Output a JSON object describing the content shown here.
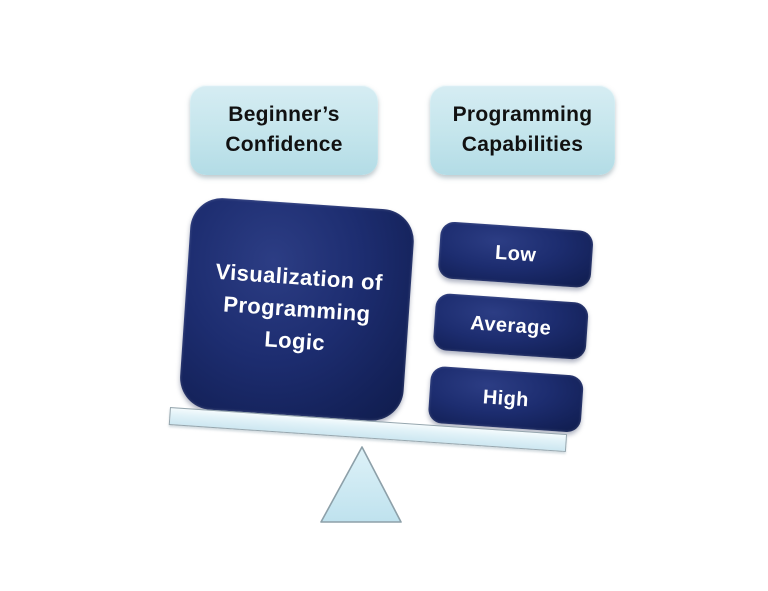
{
  "diagram": {
    "description": "Seesaw balance diagram",
    "top_labels": {
      "left": {
        "text": "Beginner’s Confidence",
        "lines": [
          "Beginner’s",
          "Confidence"
        ]
      },
      "right": {
        "text": "Programming Capabilities",
        "lines": [
          "Programming",
          "Capabilities"
        ]
      }
    },
    "seesaw": {
      "heavy_side": {
        "text": "Visualization of Programming Logic",
        "lines": [
          "Visualization of",
          "Programming",
          "Logic"
        ]
      },
      "light_side_levels": [
        {
          "label": "Low"
        },
        {
          "label": "Average"
        },
        {
          "label": "High"
        }
      ]
    },
    "colors": {
      "navy_box": "#1b2a6b",
      "navy_box_dark": "#0f1c4c",
      "light_blue_box": "#c4e5ec",
      "plank": "#d9eef6",
      "triangle_fill": "#c9e8f1",
      "triangle_border": "#8da0a9",
      "text_on_navy": "#ffffff",
      "text_on_light": "#111111",
      "background": "#ffffff"
    }
  }
}
